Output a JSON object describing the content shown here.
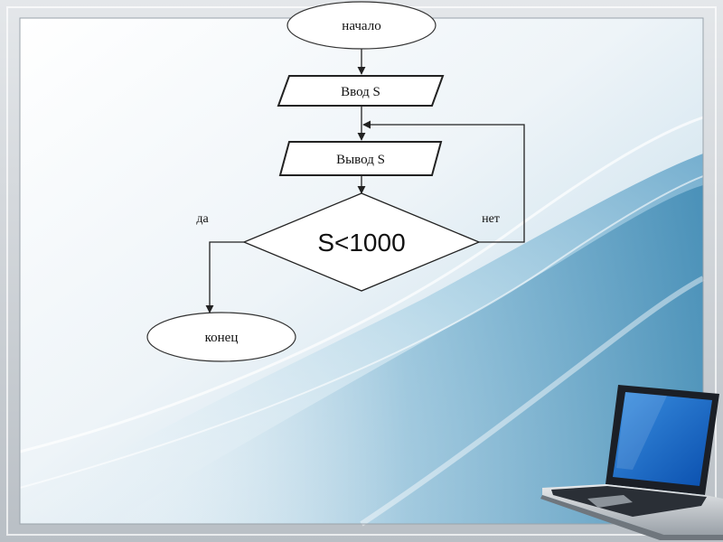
{
  "flowchart": {
    "start": "начало",
    "input": "Ввод S",
    "output": "Вывод S",
    "condition": "S<1000",
    "yes": "да",
    "no": "нет",
    "end": "конец"
  }
}
